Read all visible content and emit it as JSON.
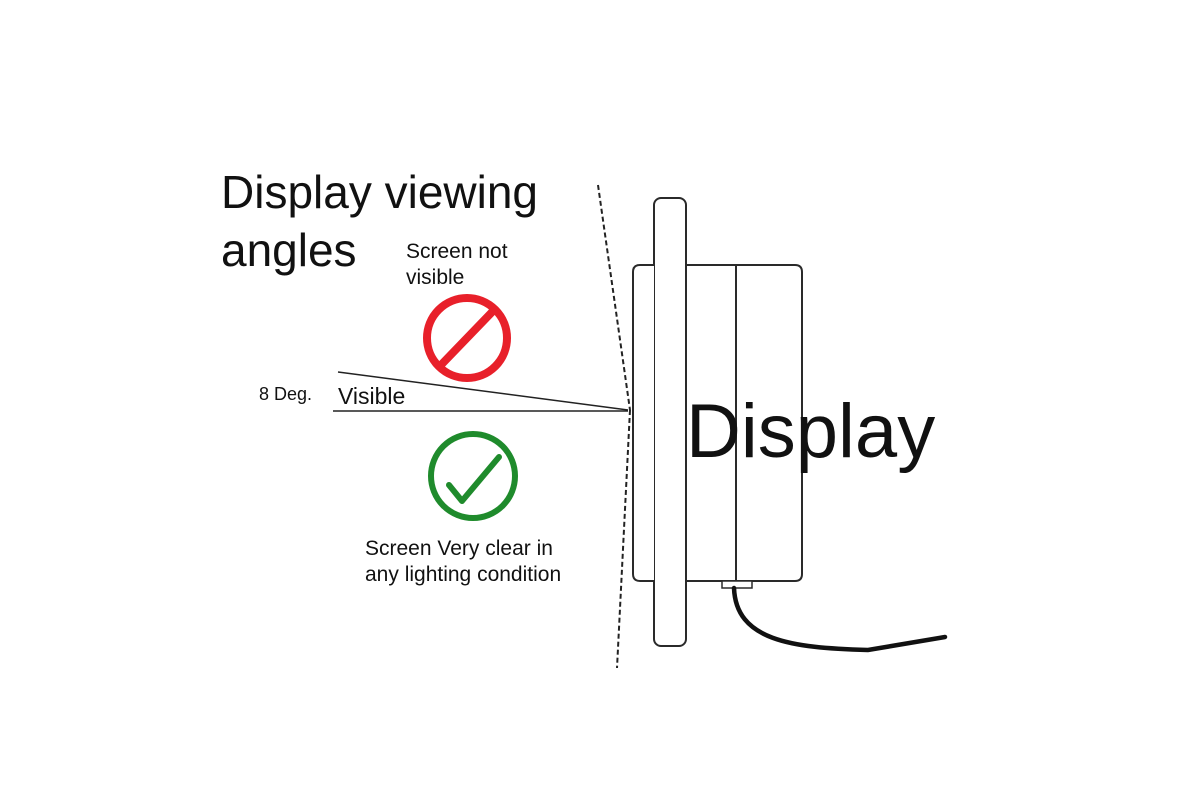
{
  "title": {
    "line1": "Display viewing",
    "line2": "angles"
  },
  "zones": {
    "not_visible": {
      "line1": "Screen not",
      "line2": "visible",
      "icon": "prohibited-icon",
      "color": "#e8202a"
    },
    "visible": {
      "label": "Visible",
      "icon": "checkmark-icon",
      "color": "#1f8b2c",
      "caption_line1": "Screen Very clear in",
      "caption_line2": "any lighting condition"
    },
    "angle_label": "8 Deg."
  },
  "device": {
    "label": "Display"
  },
  "colors": {
    "ink": "#111111",
    "outline": "#2a2a2a"
  }
}
